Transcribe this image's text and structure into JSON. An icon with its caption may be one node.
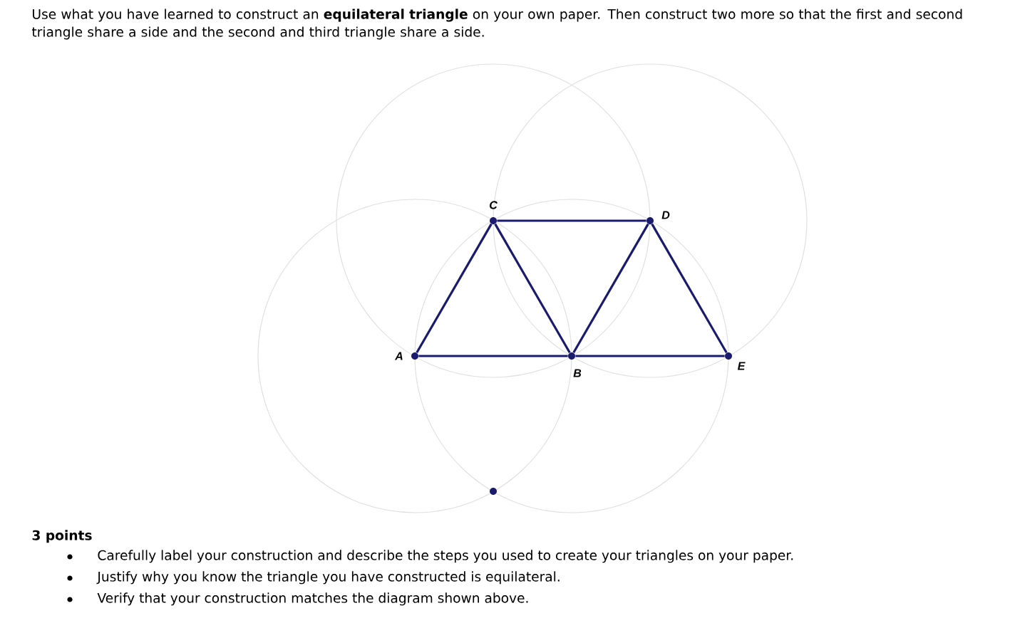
{
  "diagram": {
    "title": "Use what you have learned to construct an **equilateral triangle** on your own paper. Then construct two more so that the first and second triangle share a side and the second and third triangle share a side.",
    "nodes": [
      {
        "text": [],
        "shape": "circle",
        "beside": [
          "A"
        ]
      },
      {
        "text": [],
        "shape": "circle",
        "beside": [
          "B"
        ]
      },
      {
        "text": [],
        "shape": "circle",
        "beside": [
          "C"
        ]
      },
      {
        "text": [],
        "shape": "circle",
        "beside": [
          "D"
        ]
      },
      {
        "text": [],
        "shape": "circle",
        "beside": [
          "E"
        ]
      },
      {
        "text": [],
        "shape": "circle"
      }
    ],
    "edges": [
      {
        "from": 0,
        "to": 1,
        "arrow": "none"
      },
      {
        "from": 1,
        "to": 4,
        "arrow": "none"
      },
      {
        "from": 2,
        "to": 3,
        "arrow": "none"
      },
      {
        "from": 0,
        "to": 2,
        "arrow": "none"
      },
      {
        "from": 2,
        "to": 1,
        "arrow": "none"
      },
      {
        "from": 1,
        "to": 3,
        "arrow": "none"
      },
      {
        "from": 3,
        "to": 4,
        "arrow": "none"
      }
    ],
    "labels": [
      "3 points",
      "Carefully label your construction and describe the steps you used to create your triangles on your paper.",
      "Justify why you know the triangle you have constructed is equilateral.",
      "Verify that your construction matches the diagram shown above."
    ]
  }
}
